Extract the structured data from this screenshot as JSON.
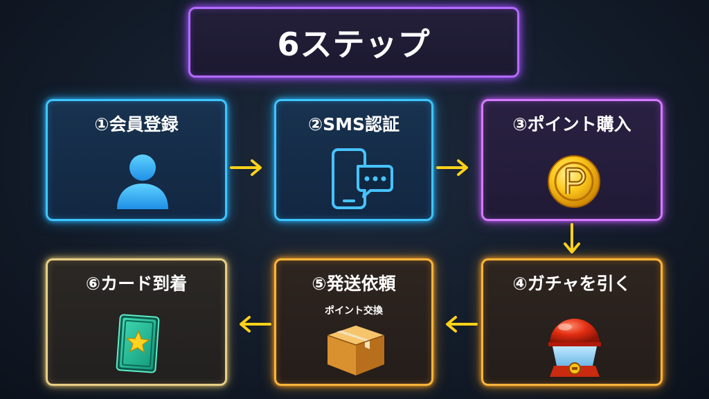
{
  "title": "6ステップ",
  "steps": [
    {
      "label": "①会員登録",
      "icon": "user-icon"
    },
    {
      "label": "②SMS認証",
      "icon": "phone-chat-icon"
    },
    {
      "label": "③ポイント購入",
      "icon": "point-coin-icon"
    },
    {
      "label": "④ガチャを引く",
      "icon": "gacha-machine-icon"
    },
    {
      "label": "⑤発送依頼",
      "sublabel": "ポイント交換",
      "icon": "package-box-icon"
    },
    {
      "label": "⑥カード到着",
      "icon": "star-card-icon"
    }
  ],
  "colors": {
    "blue": "#3ec6ff",
    "purple": "#d77bff",
    "orange": "#ffb53a",
    "gold": "#e8cf86",
    "arrow": "#ffd21a"
  }
}
